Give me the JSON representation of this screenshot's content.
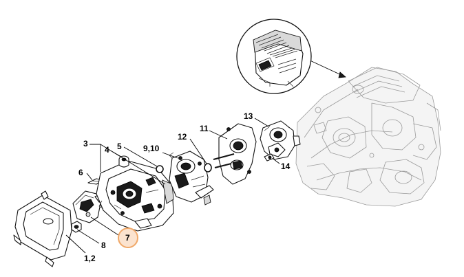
{
  "callouts": {
    "label_1_2": "1,2",
    "label_3": "3",
    "label_4": "4",
    "label_5": "5",
    "label_6": "6",
    "label_7": "7",
    "label_8": "8",
    "label_9_10": "9,10",
    "label_11": "11",
    "label_12": "12",
    "label_13": "13",
    "label_14": "14"
  },
  "highlight": {
    "part": "7",
    "ring_color": "#f0a868",
    "fill_color": "#fbe3cf"
  }
}
